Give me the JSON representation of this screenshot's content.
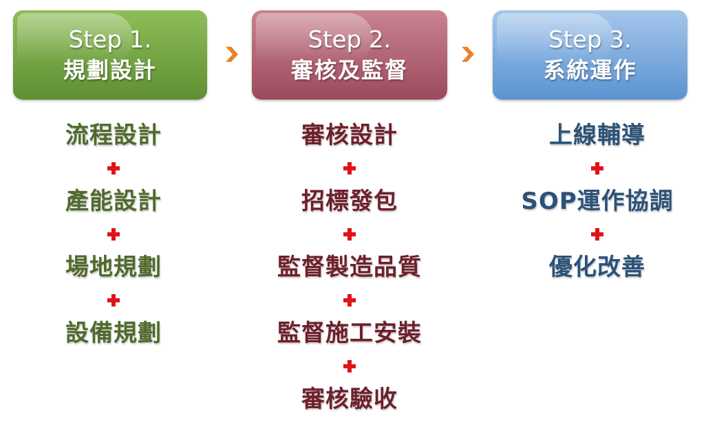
{
  "steps": [
    {
      "title": "Step 1.",
      "subtitle": "規劃設計",
      "color": "#7aa846",
      "items": [
        "流程設計",
        "產能設計",
        "場地規劃",
        "設備規劃"
      ]
    },
    {
      "title": "Step 2.",
      "subtitle": "審核及監督",
      "color": "#b56a79",
      "items": [
        "審核設計",
        "招標發包",
        "監督製造品質",
        "監督施工安裝",
        "審核驗收"
      ]
    },
    {
      "title": "Step 3.",
      "subtitle": "系統運作",
      "color": "#7fb0e2",
      "items": [
        "上線輔導",
        "SOP運作協調",
        "優化改善"
      ]
    }
  ],
  "arrow_color": "#e8832a",
  "plus_color": "#e0121a",
  "arrow_icon": "chevron-right-icon",
  "plus_icon": "plus-icon"
}
